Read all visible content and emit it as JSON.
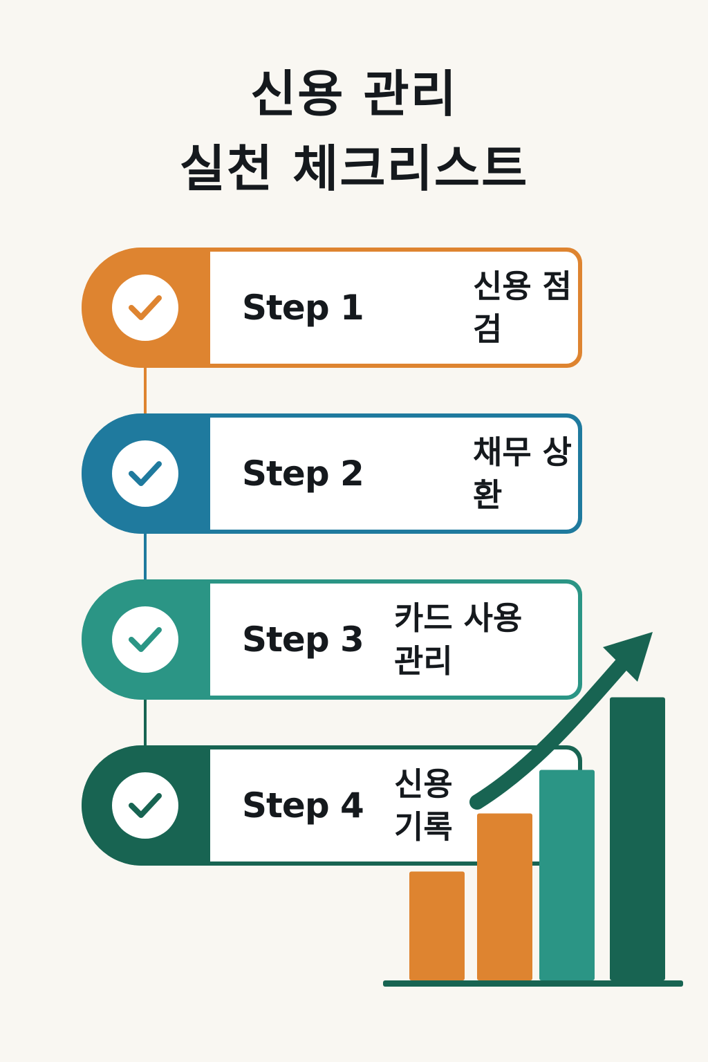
{
  "title": {
    "line1": "신용 관리",
    "line2": "실천 체크리스트"
  },
  "colors": {
    "step1": "#de8430",
    "step2": "#1f7a9e",
    "step3": "#2b9585",
    "step4": "#186452",
    "background": "#f9f7f2"
  },
  "steps": [
    {
      "label": "Step 1",
      "name_lines": [
        "신용 점검"
      ],
      "icon": "checkmark-icon"
    },
    {
      "label": "Step 2",
      "name_lines": [
        "채무 상환"
      ],
      "icon": "checkmark-icon"
    },
    {
      "label": "Step 3",
      "name_lines": [
        "카드 사용",
        "관리"
      ],
      "icon": "checkmark-icon"
    },
    {
      "label": "Step 4",
      "name_lines": [
        "신용",
        "기록"
      ],
      "icon": "checkmark-icon"
    }
  ],
  "chart_data": {
    "type": "bar",
    "values": [
      1.5,
      2.3,
      2.9,
      3.9
    ],
    "colors": [
      "#de8430",
      "#de8430",
      "#2b9585",
      "#186452"
    ],
    "ylim": [
      0,
      4
    ],
    "trend_arrow": "up-right"
  }
}
